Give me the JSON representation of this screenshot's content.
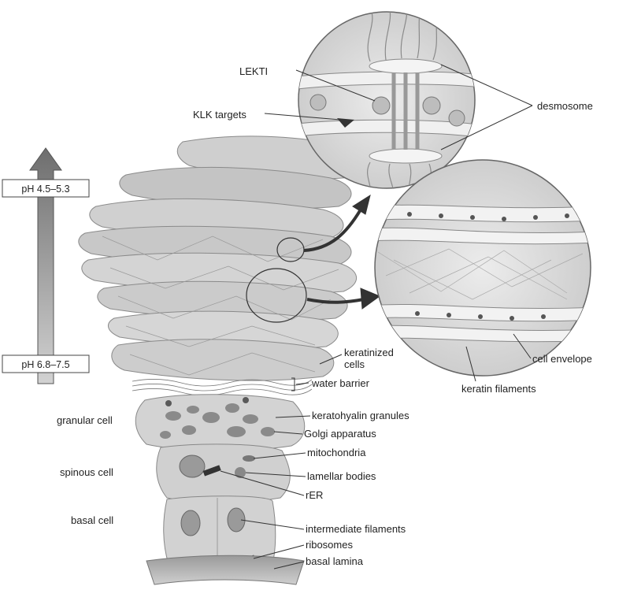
{
  "ph_scale": {
    "top": "pH 4.5–5.3",
    "bottom": "pH 6.8–7.5"
  },
  "cell_types": {
    "granular": "granular cell",
    "spinous": "spinous cell",
    "basal": "basal cell"
  },
  "labels": {
    "lekti": "LEKTI",
    "klk_targets": "KLK targets",
    "desmosome": "desmosome",
    "keratinized_1": "keratinized",
    "keratinized_2": "cells",
    "water_barrier": "water barrier",
    "cell_envelope": "cell envelope",
    "keratin_filaments": "keratin filaments",
    "keratohyalin": "keratohyalin granules",
    "golgi": "Golgi apparatus",
    "mitochondria": "mitochondria",
    "lamellar": "lamellar bodies",
    "rer": "rER",
    "intermediate": "intermediate filaments",
    "ribosomes": "ribosomes",
    "basal_lamina": "basal lamina"
  }
}
